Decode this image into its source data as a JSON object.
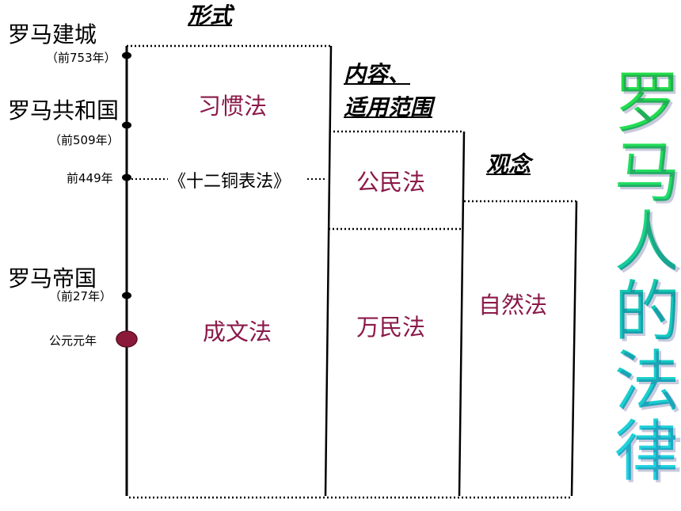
{
  "timeline": {
    "events": [
      {
        "era": "罗马建城",
        "year": "（前753年）"
      },
      {
        "era": "罗马共和国",
        "year": "（前509年）"
      },
      {
        "era": "",
        "year": "前449年"
      },
      {
        "era": "罗马帝国",
        "year": "（前27年）"
      },
      {
        "era": "",
        "year": "公元元年"
      }
    ]
  },
  "columns": {
    "form": {
      "header": "形式",
      "cells": [
        "习惯法",
        "成文法"
      ]
    },
    "content": {
      "header_line1": "内容、",
      "header_line2": "适用范围",
      "cells": [
        "公民法",
        "万民法"
      ]
    },
    "concept": {
      "header": "观念",
      "cells": [
        "自然法"
      ]
    }
  },
  "twelve_tables": "《十二铜表法》",
  "side_title": "罗马人的法律",
  "colors": {
    "cell_text": "#8b1a4a",
    "marker_fill": "#8b1a3a",
    "title_gradient": [
      "#22dd44",
      "#22d6e6"
    ]
  }
}
